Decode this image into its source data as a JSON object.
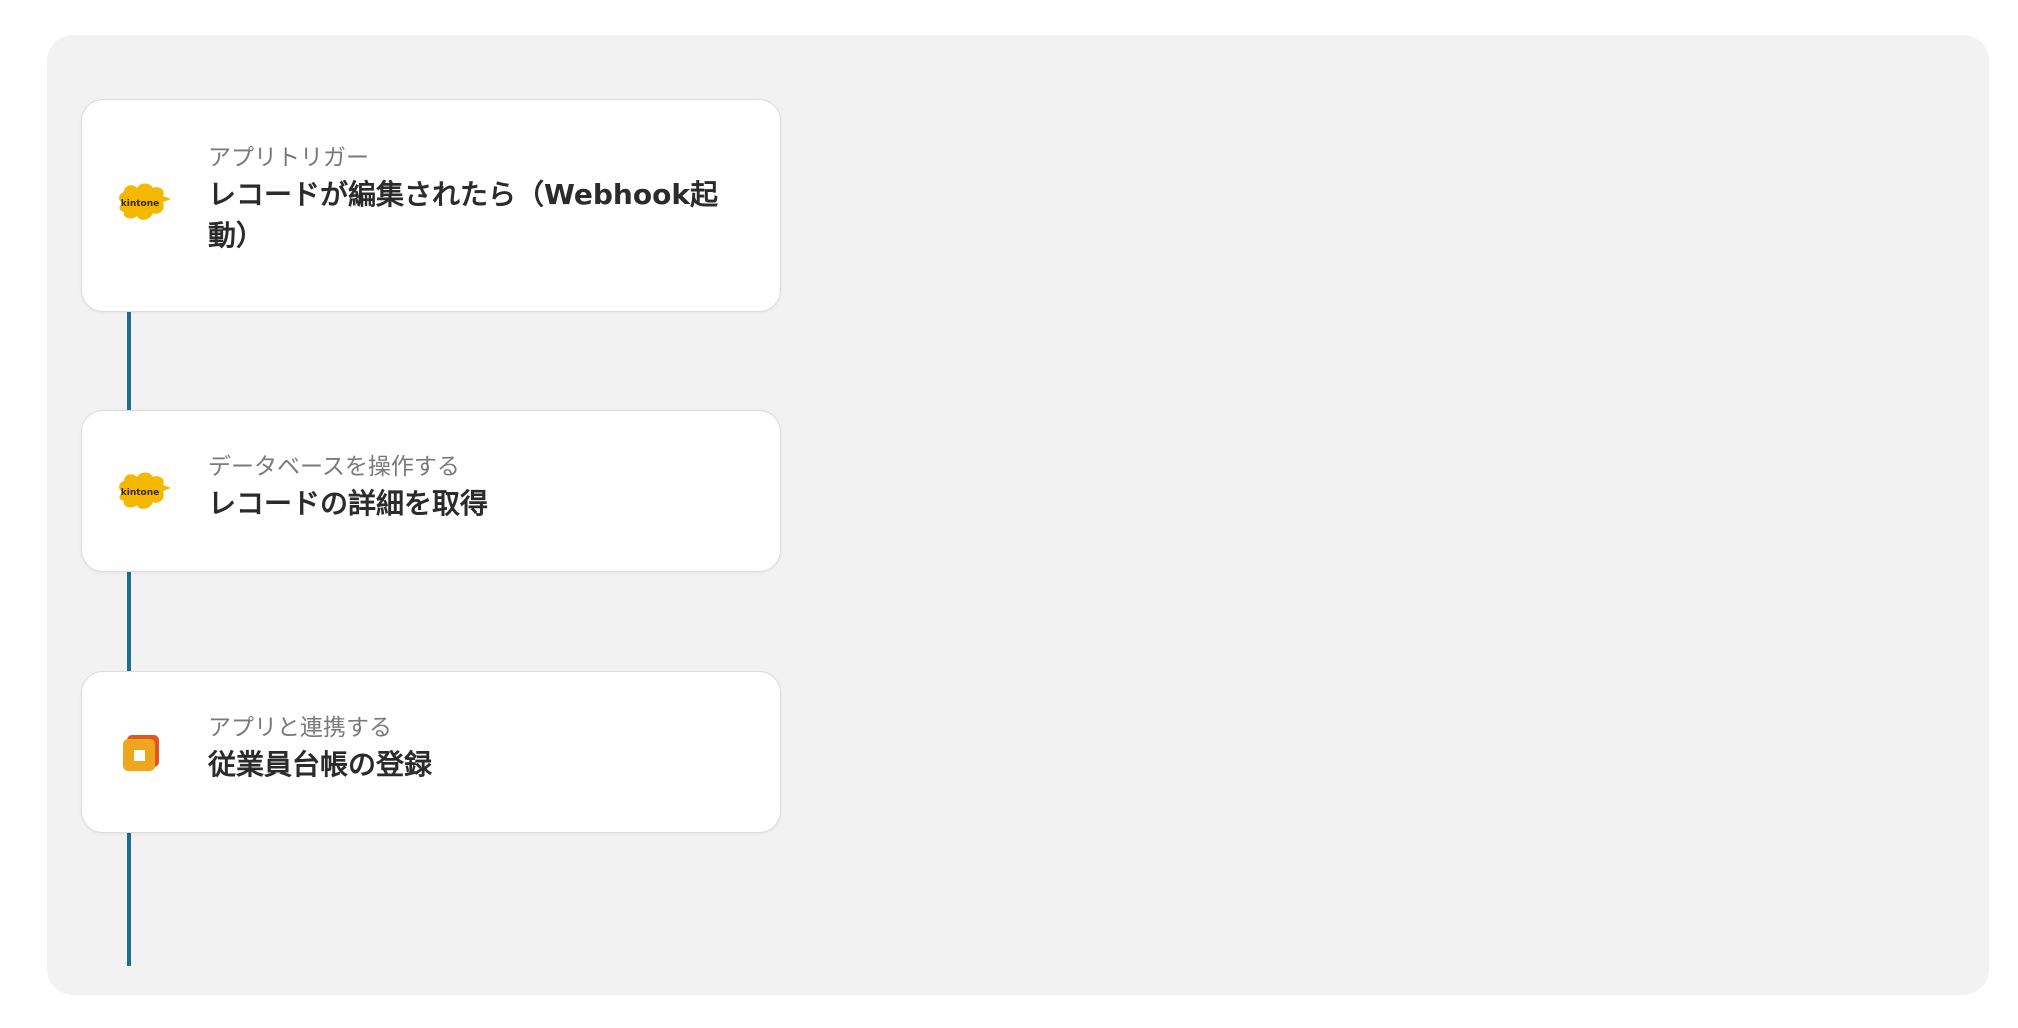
{
  "flow": {
    "steps": [
      {
        "icon": "kintone-logo-icon",
        "subtitle": "アプリトリガー",
        "title": "レコードが編集されたら（Webhook起動）",
        "icon_text": "kintone"
      },
      {
        "icon": "kintone-logo-icon",
        "subtitle": "データベースを操作する",
        "title": "レコードの詳細を取得",
        "icon_text": "kintone"
      },
      {
        "icon": "app-square-logo-icon",
        "subtitle": "アプリと連携する",
        "title": "従業員台帳の登録"
      }
    ]
  },
  "colors": {
    "canvas_bg": "#f2f2f2",
    "connector": "#1f6d8c",
    "kintone_yellow": "#f5b800",
    "app_orange": "#f0a51f",
    "app_orange_dark": "#e2571e"
  }
}
